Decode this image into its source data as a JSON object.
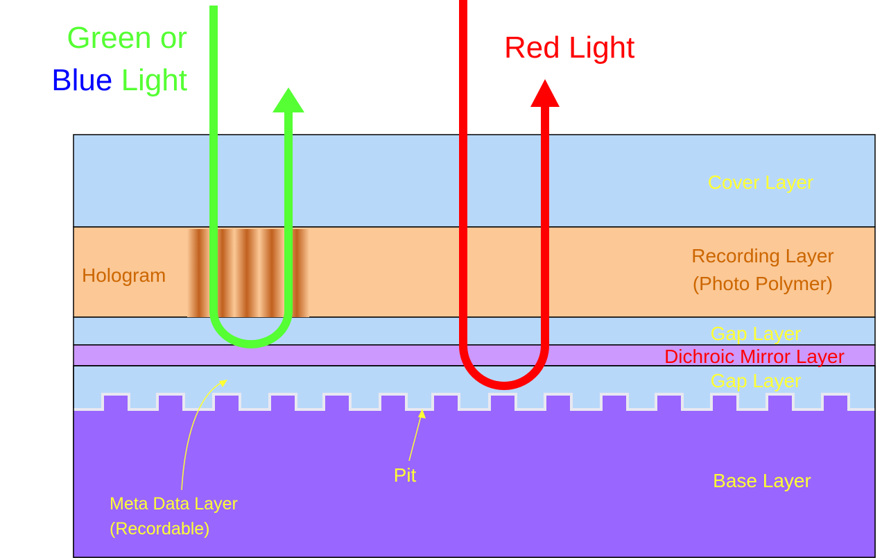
{
  "colors": {
    "cover": "#b8d8fa",
    "recording": "#fbc896",
    "gap": "#b8d8fa",
    "mirror": "#cc99ff",
    "base": "#9966ff",
    "outline": "#000000",
    "green_light": "#55ff33",
    "red_light": "#ff0000",
    "label_yellow": "#ffff33",
    "label_orange": "#cc6600",
    "mirror_label": "#ff0000",
    "blue_word": "#0000ff",
    "hologram_fringe": "#c0601e"
  },
  "icons": {
    "green_path": "u-turn-arrow-icon",
    "red_path": "u-turn-arrow-icon"
  },
  "headings": {
    "green_line1": "Green or",
    "blue_word": "Blue",
    "green_line2_rest": " Light",
    "red": "Red Light"
  },
  "layers": {
    "cover": "Cover Layer",
    "recording_line1": "Recording Layer",
    "recording_line2": "(Photo Polymer)",
    "gap_upper": "Gap Layer",
    "dichroic": "Dichroic Mirror Layer",
    "gap_lower": "Gap Layer",
    "base": "Base Layer"
  },
  "annotations": {
    "hologram": "Hologram",
    "pit": "Pit",
    "meta_line1": "Meta Data Layer",
    "meta_line2": "(Recordable)"
  }
}
